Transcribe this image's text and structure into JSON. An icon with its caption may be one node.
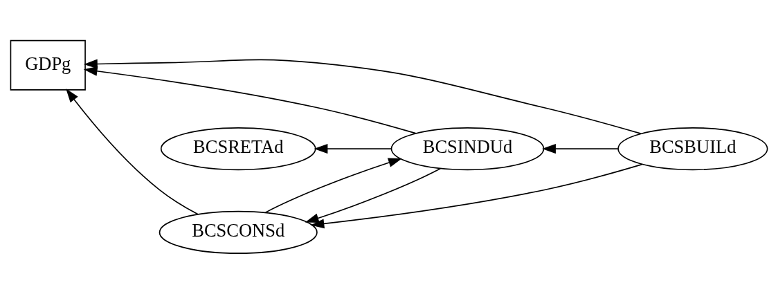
{
  "diagram": {
    "nodes": [
      {
        "text": [
          "GDPg"
        ]
      },
      {
        "text": [
          "BCSBUILd"
        ]
      },
      {
        "text": [
          "BCSINDUd"
        ]
      },
      {
        "text": [
          "BCSRETAd"
        ]
      },
      {
        "text": [
          "BCSCONSd"
        ]
      }
    ],
    "edges": [
      {
        "from": 1,
        "to": 0,
        "arrow": "to"
      },
      {
        "from": 1,
        "to": 2,
        "arrow": "to"
      },
      {
        "from": 1,
        "to": 4,
        "arrow": "to"
      },
      {
        "from": 2,
        "to": 0,
        "arrow": "to"
      },
      {
        "from": 2,
        "to": 3,
        "arrow": "to"
      },
      {
        "from": 2,
        "to": 4,
        "arrow": "to"
      },
      {
        "from": 4,
        "to": 2,
        "arrow": "to"
      },
      {
        "from": 4,
        "to": 0,
        "arrow": "to"
      }
    ]
  }
}
